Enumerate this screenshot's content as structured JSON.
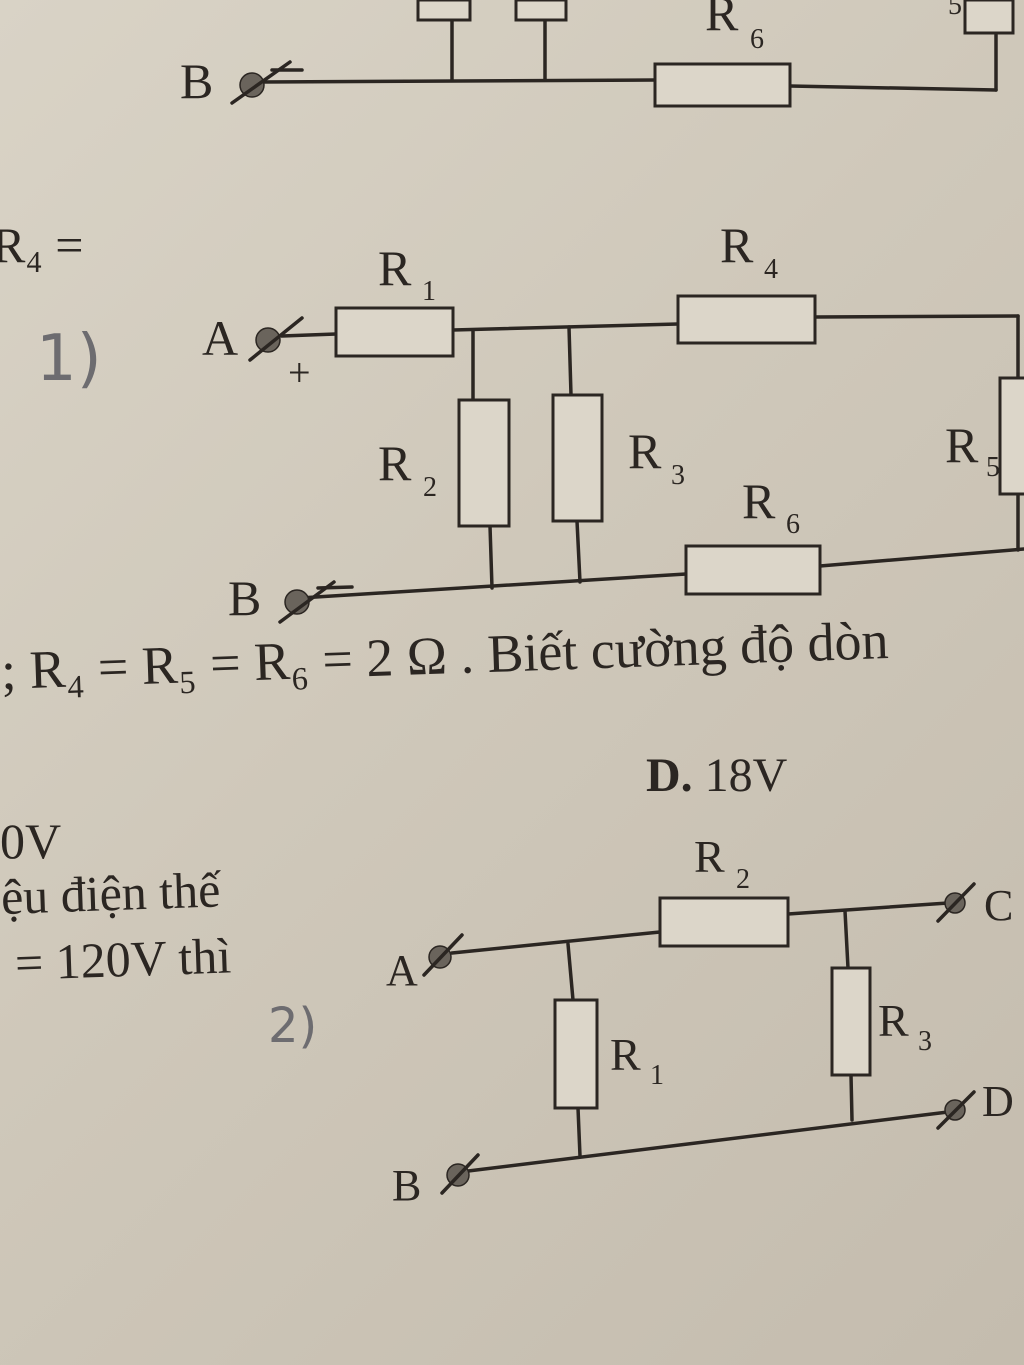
{
  "fragments": {
    "r4_partial": "R₄ =",
    "equation": "; R₄ = R₅ = R₆ = 2 Ω . Biết cường độ dòn",
    "option_d_letter": "D.",
    "option_d_value": "18V",
    "voltage_fragment": "0V",
    "line_fragment_1": "ệu điện thế",
    "line_fragment_2": "= 120V thì"
  },
  "handwritten": {
    "label_1": "1)",
    "label_2": "2)"
  },
  "circuit_top_partial": {
    "terminal_b": "B",
    "r6_label": "R",
    "r6_sub": "6",
    "edge_label": "5"
  },
  "circuit_1": {
    "terminal_a": "A",
    "terminal_b": "B",
    "plus_sign": "+",
    "minus_sign": "−",
    "resistors": [
      {
        "id": "r1",
        "letter": "R",
        "sub": "1"
      },
      {
        "id": "r2",
        "letter": "R",
        "sub": "2"
      },
      {
        "id": "r3",
        "letter": "R",
        "sub": "3"
      },
      {
        "id": "r4",
        "letter": "R",
        "sub": "4"
      },
      {
        "id": "r5",
        "letter": "R",
        "sub": "5"
      },
      {
        "id": "r6",
        "letter": "R",
        "sub": "6"
      }
    ]
  },
  "circuit_2": {
    "terminal_a": "A",
    "terminal_b": "B",
    "terminal_c": "C",
    "terminal_d": "D",
    "resistors": [
      {
        "id": "r1",
        "letter": "R",
        "sub": "1"
      },
      {
        "id": "r2",
        "letter": "R",
        "sub": "2"
      },
      {
        "id": "r3",
        "letter": "R",
        "sub": "3"
      }
    ]
  }
}
